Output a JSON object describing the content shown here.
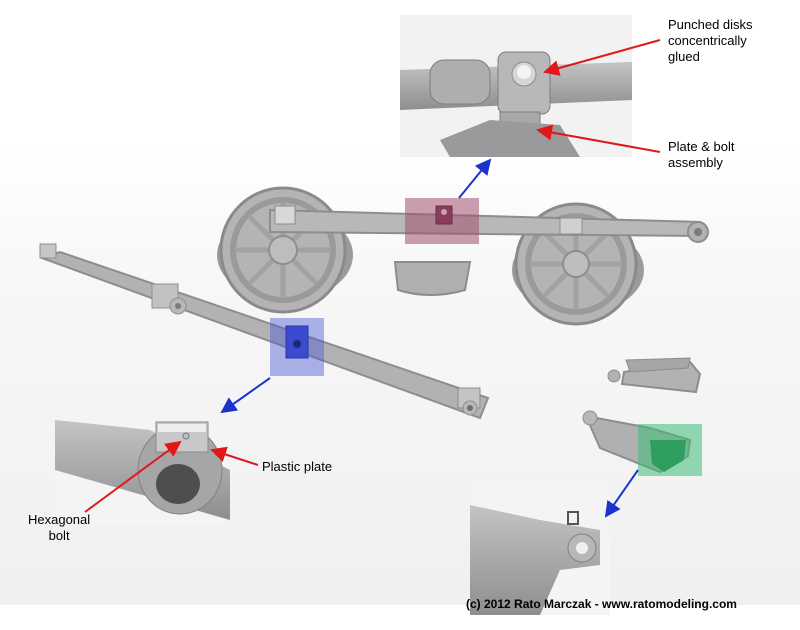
{
  "labels": {
    "punched_disks": [
      "Punched disks",
      "concentrically",
      "glued"
    ],
    "plate_bolt": [
      "Plate & bolt",
      "assembly"
    ],
    "plastic_plate": "Plastic plate",
    "hexagonal_bolt": [
      "Hexagonal",
      "bolt"
    ]
  },
  "credit": "(c) 2012 Rato Marczak - www.ratomodeling.com",
  "colors": {
    "background": "#ffffff",
    "part_gray": "#a8a8aa",
    "highlight_red": "#a0506e",
    "highlight_blue": "#4b5ad2",
    "highlight_green": "#3cbe78",
    "arrow_red": "#e01818",
    "arrow_blue": "#1a33cc"
  }
}
